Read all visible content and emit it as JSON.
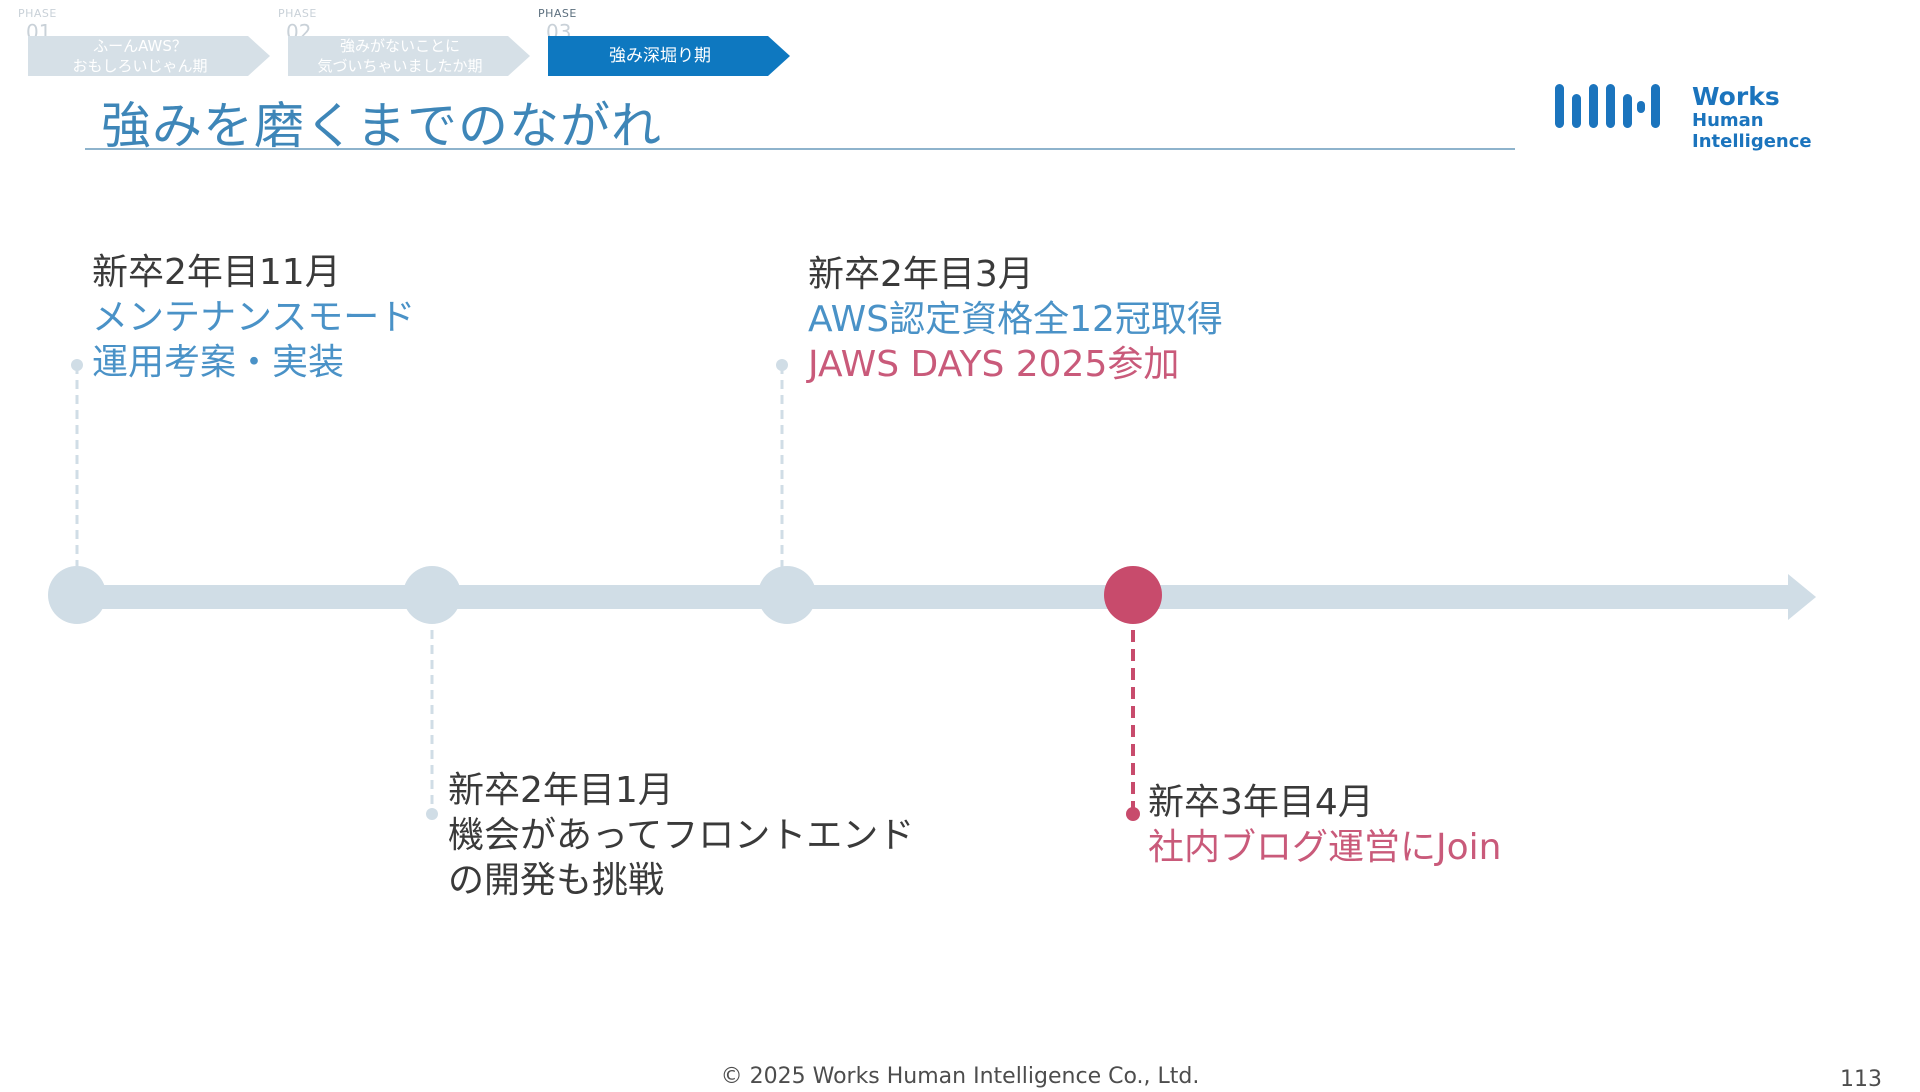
{
  "phases": [
    {
      "label": "PHASE",
      "num": "01",
      "name": "ふーんAWS？\nおもしろいじゃん期",
      "active": false
    },
    {
      "label": "PHASE",
      "num": "02",
      "name": "強みがないことに\n気づいちゃいましたか期",
      "active": false
    },
    {
      "label": "PHASE",
      "num": "03",
      "name": "強み深堀り期",
      "active": true
    }
  ],
  "title": "強みを磨くまでのながれ",
  "logo": {
    "line1": "Works",
    "line2": "Human Intelligence"
  },
  "events": [
    {
      "date": "新卒2年目11月",
      "line1": "メンテナンスモード",
      "line2": "運用考案・実装"
    },
    {
      "date": "新卒2年目1月",
      "line1": "機会があってフロントエンド",
      "line2": "の開発も挑戦"
    },
    {
      "date": "新卒2年目3月",
      "line1": "AWS認定資格全12冠取得",
      "line2": "JAWS DAYS 2025参加"
    },
    {
      "date": "新卒3年目4月",
      "line1": "社内ブログ運営にJoin"
    }
  ],
  "colors": {
    "accent": "#0e78c0",
    "highlight": "#c84b6c",
    "track": "#d0dde6"
  },
  "footer": "© 2025 Works Human Intelligence Co., Ltd.",
  "page_number": "113"
}
